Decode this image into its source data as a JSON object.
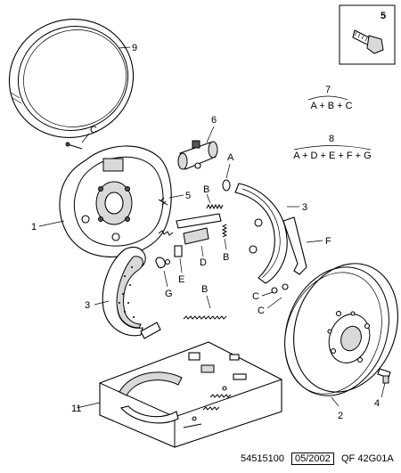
{
  "callouts": {
    "c1": "1",
    "c2": "2",
    "c3a": "3",
    "c3b": "3",
    "c4": "4",
    "c5a": "5",
    "c5b": "5",
    "c6": "6",
    "c9": "9",
    "c11": "11",
    "cA": "A",
    "cB1": "B",
    "cB2": "B",
    "cB3": "B",
    "cC1": "C",
    "cC2": "C",
    "cC3": "C",
    "cD": "D",
    "cE": "E",
    "cF": "F",
    "cG": "G"
  },
  "kits": {
    "k7": {
      "number": "7",
      "formula": "A + B + C"
    },
    "k8": {
      "number": "8",
      "formula": "A + D + E + F + G"
    }
  },
  "footer": {
    "ref": "54515100",
    "date": "05/2002",
    "code": "QF 42G01A"
  }
}
